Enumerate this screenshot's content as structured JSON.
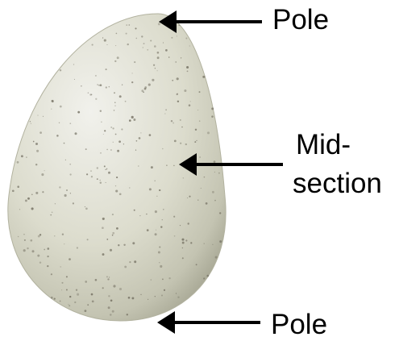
{
  "labels": {
    "pole_top": "Pole",
    "midsection_line1": "Mid-",
    "midsection_line2": "section",
    "pole_bottom": "Pole"
  },
  "icons": {
    "egg": "egg-icon",
    "arrow": "arrow-left-icon"
  },
  "colors": {
    "egg_light": "#f1f1ec",
    "egg_mid": "#d6d6c7",
    "egg_dark": "#a5a592",
    "speckle": "#6e6a5c",
    "arrow": "#000000",
    "text": "#000000"
  }
}
